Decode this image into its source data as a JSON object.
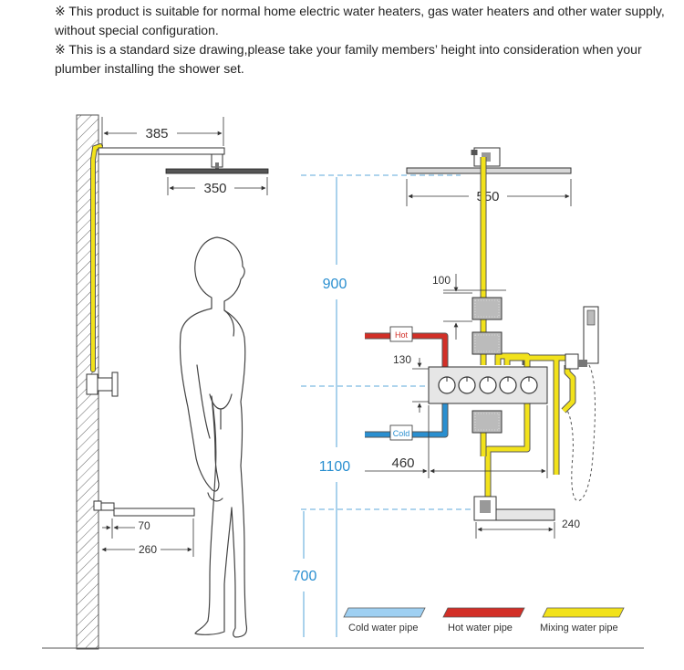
{
  "notes": [
    "※ This product is suitable for normal home electric water heaters, gas water heaters and other water supply, without special configuration.",
    "※ This is a standard size drawing,please take your family members’ height into consideration when your plumber installing the shower set."
  ],
  "left_view": {
    "dims": {
      "arm_length": "385",
      "head_width": "350",
      "spout_depth": "70",
      "spout_length": "260"
    }
  },
  "front_view": {
    "heights": {
      "rain_head": "900",
      "valve": "1100",
      "spout": "700"
    },
    "dims": {
      "head_width": "550",
      "jet_spacing": "100",
      "valve_offset": "130",
      "valve_width": "460",
      "spout_length": "240"
    },
    "tags": {
      "hot": "Hot",
      "cold": "Cold"
    }
  },
  "legend": [
    {
      "label": "Cold water pipe",
      "color": "#9fd0f2"
    },
    {
      "label": "Hot water pipe",
      "color": "#d22f27"
    },
    {
      "label": "Mixing water pipe",
      "color": "#f2e21b"
    }
  ],
  "colors": {
    "hot": "#d22f27",
    "cold": "#2a8fd0",
    "mixing": "#f2e21b",
    "dimension_blue": "#2a8fd0"
  }
}
